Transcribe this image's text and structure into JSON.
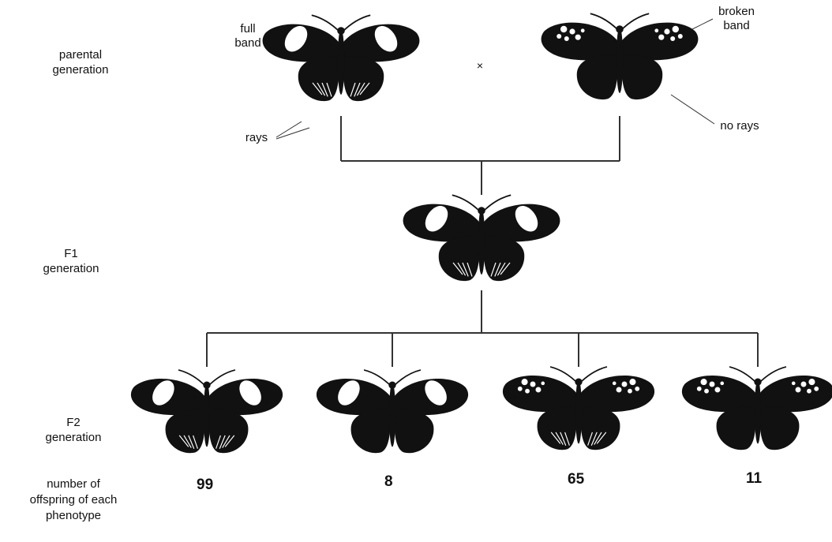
{
  "generations": {
    "parental": "parental\ngeneration",
    "f1": "F1\ngeneration",
    "f2": "F2\ngeneration",
    "offspring": "number of\noffspring of each\nphenotype"
  },
  "annotations": {
    "full_band": "full\nband",
    "rays": "rays",
    "broken_band": "broken\nband",
    "no_rays": "no rays",
    "cross": "×"
  },
  "parents": [
    {
      "band": "full",
      "rays": true
    },
    {
      "band": "broken",
      "rays": false
    }
  ],
  "f1": {
    "band": "full",
    "rays": true
  },
  "f2": [
    {
      "band": "full",
      "rays": true,
      "count": "99"
    },
    {
      "band": "full",
      "rays": false,
      "count": "8"
    },
    {
      "band": "broken",
      "rays": true,
      "count": "65"
    },
    {
      "band": "broken",
      "rays": false,
      "count": "11"
    }
  ],
  "colors": {
    "wing": "#111111",
    "band": "#ffffff",
    "line": "#333333"
  }
}
